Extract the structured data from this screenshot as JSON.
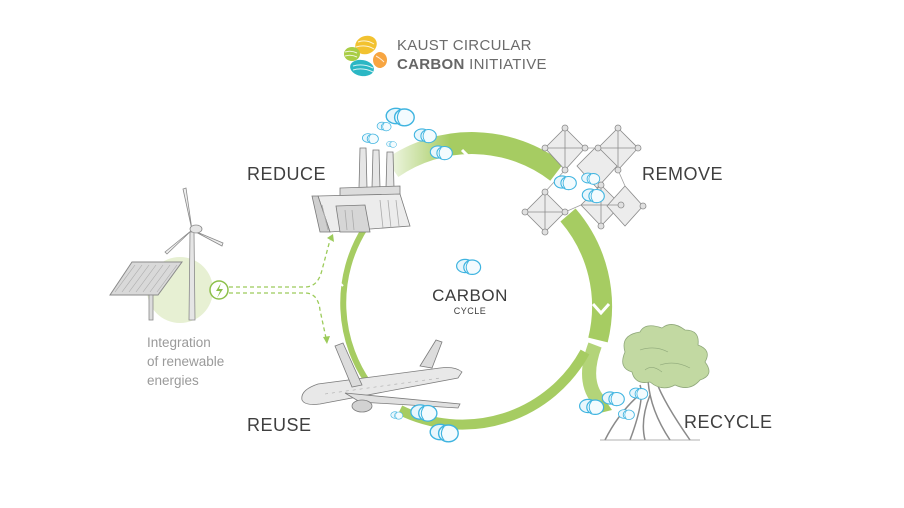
{
  "logo": {
    "line1": "KAUST CIRCULAR",
    "line2_bold": "CARBON",
    "line2_rest": " INITIATIVE",
    "icon": "kaust-flower-logo-icon",
    "colors": [
      "#f2c230",
      "#8cc63e",
      "#f7a541",
      "#2bb7c4"
    ]
  },
  "center": {
    "title": "CARBON",
    "subtitle": "CYCLE",
    "icon": "co2-molecule-icon"
  },
  "stages": [
    {
      "id": "reduce",
      "label": "REDUCE",
      "icon": "factory-icon"
    },
    {
      "id": "remove",
      "label": "REMOVE",
      "icon": "molecular-framework-icon"
    },
    {
      "id": "recycle",
      "label": "RECYCLE",
      "icon": "mangrove-tree-icon"
    },
    {
      "id": "reuse",
      "label": "REUSE",
      "icon": "airplane-icon"
    }
  ],
  "renewables": {
    "label_lines": [
      "Integration",
      "of renewable",
      "energies"
    ],
    "icons": [
      "solar-panel-icon",
      "wind-turbine-icon",
      "lightning-bolt-icon"
    ]
  },
  "colors": {
    "cycle_green": "#a6cc62",
    "text_dark": "#3f3f3f",
    "text_grey": "#9a9a9a",
    "molecule_blue": "#3fb4e0"
  }
}
